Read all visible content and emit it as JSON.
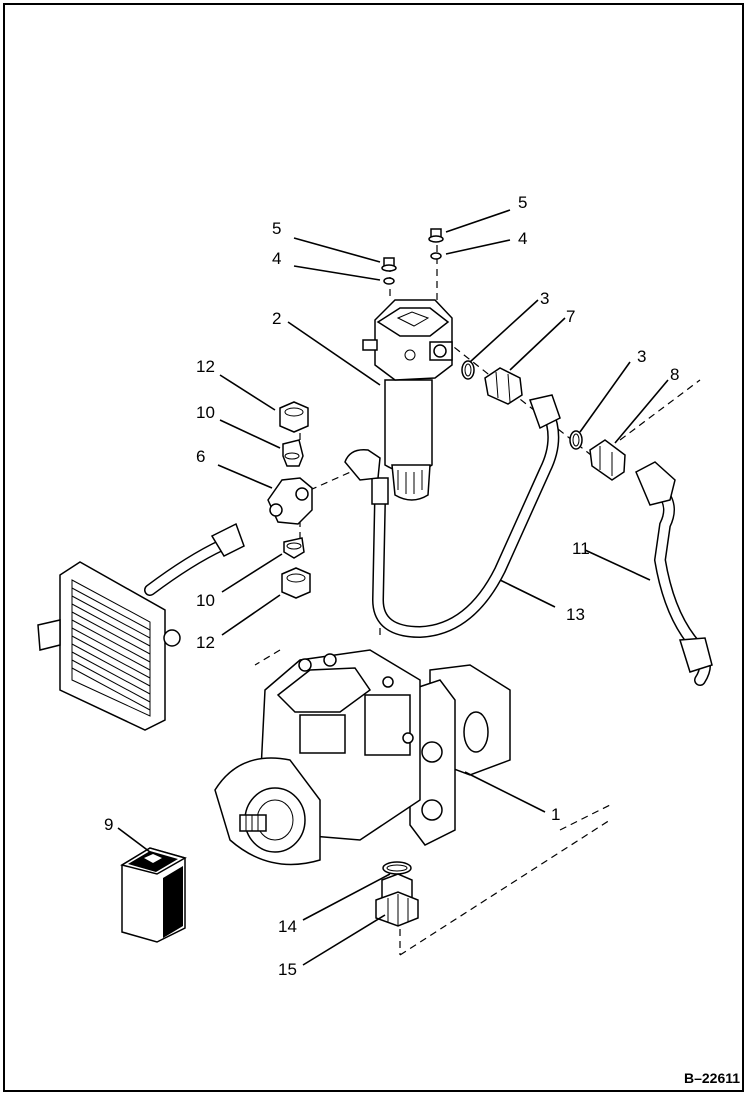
{
  "diagram": {
    "reference_id": "B–22611",
    "callouts": [
      {
        "id": "label-1",
        "text": "1"
      },
      {
        "id": "label-2",
        "text": "2"
      },
      {
        "id": "label-3a",
        "text": "3"
      },
      {
        "id": "label-3b",
        "text": "3"
      },
      {
        "id": "label-4a",
        "text": "4"
      },
      {
        "id": "label-4b",
        "text": "4"
      },
      {
        "id": "label-5a",
        "text": "5"
      },
      {
        "id": "label-5b",
        "text": "5"
      },
      {
        "id": "label-6",
        "text": "6"
      },
      {
        "id": "label-7",
        "text": "7"
      },
      {
        "id": "label-8",
        "text": "8"
      },
      {
        "id": "label-9",
        "text": "9"
      },
      {
        "id": "label-10a",
        "text": "10"
      },
      {
        "id": "label-10b",
        "text": "10"
      },
      {
        "id": "label-11",
        "text": "11"
      },
      {
        "id": "label-12a",
        "text": "12"
      },
      {
        "id": "label-12b",
        "text": "12"
      },
      {
        "id": "label-13",
        "text": "13"
      },
      {
        "id": "label-14",
        "text": "14"
      },
      {
        "id": "label-15",
        "text": "15"
      }
    ]
  }
}
